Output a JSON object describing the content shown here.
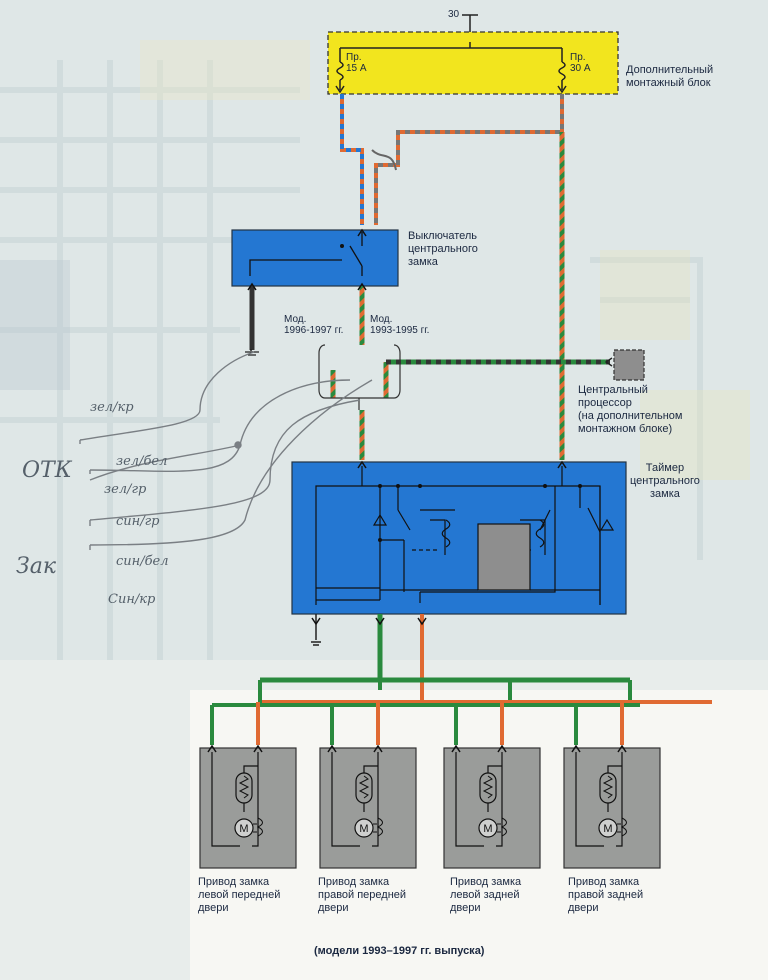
{
  "supply": {
    "terminal": "30"
  },
  "fuse_block": {
    "fuse1": {
      "line1": "Пр.",
      "line2": "15 А"
    },
    "fuse2": {
      "line1": "Пр.",
      "line2": "30 А"
    },
    "label": "Дополнительный\nмонтажный блок"
  },
  "switch": {
    "label": "Выключатель\nцентрального\nзамка"
  },
  "models": {
    "left": "Мод.\n1996-1997 гг.",
    "right": "Мод.\n1993-1995 гг."
  },
  "cpu": {
    "label": "Центральный\nпроцессор\n(на дополнительном\nмонтажном блоке)"
  },
  "timer": {
    "label": "Таймер\nцентрального\nзамка"
  },
  "actuators": [
    {
      "label": "Привод замка\n левой передней\nдвери"
    },
    {
      "label": "Привод замка\nправой передней\nдвери"
    },
    {
      "label": "Привод замка\nлевой задней\nдвери"
    },
    {
      "label": "Привод замка\nправой задней\nдвери"
    }
  ],
  "motor_symbol": "M",
  "handwritten": {
    "w1": "зел/кр",
    "otk": "ОТК",
    "w2": "зел/бел",
    "w3": "зел/гр",
    "w4": "син/гр",
    "zak": "Зак",
    "w5": "син/бел",
    "w6": "Син/кр"
  },
  "caption": "(модели 1993–1997 гг. выпуска)",
  "colors": {
    "fuse_yellow": "#f2e51e",
    "box_blue": "#2477d2",
    "actuator_gray": "#9a9c9a",
    "wire_green": "#2a8a3e",
    "wire_orange": "#e06a32",
    "wire_black": "#333333",
    "cpu_gray": "#8e8e8e"
  }
}
